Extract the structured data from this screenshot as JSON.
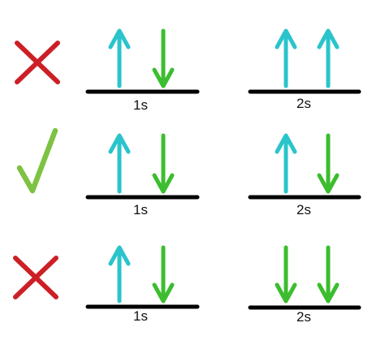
{
  "colors": {
    "up_arrow": "#2ac4cc",
    "down_arrow": "#3cbd2f",
    "level_line": "#000000",
    "cross": "#cc1f26",
    "check": "#7dc242"
  },
  "rows": [
    {
      "verdict": "cross-icon",
      "orbitals": [
        {
          "label": "1s",
          "electrons": [
            "up",
            "down"
          ]
        },
        {
          "label": "2s",
          "electrons": [
            "up",
            "up"
          ]
        }
      ]
    },
    {
      "verdict": "check-icon",
      "orbitals": [
        {
          "label": "1s",
          "electrons": [
            "up",
            "down"
          ]
        },
        {
          "label": "2s",
          "electrons": [
            "up",
            "down"
          ]
        }
      ]
    },
    {
      "verdict": "cross-icon",
      "orbitals": [
        {
          "label": "1s",
          "electrons": [
            "up",
            "down"
          ]
        },
        {
          "label": "2s",
          "electrons": [
            "down",
            "down"
          ]
        }
      ]
    }
  ]
}
